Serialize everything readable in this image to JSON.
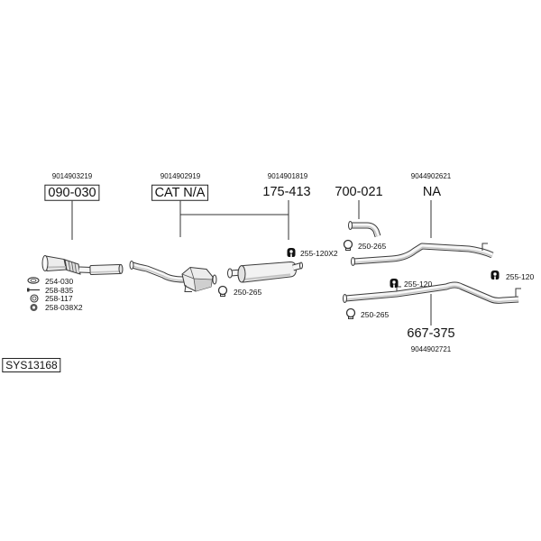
{
  "system": {
    "code": "SYS13168"
  },
  "parts": [
    {
      "oe": "9014903219",
      "number": "090-030"
    },
    {
      "oe": "9014902919",
      "number": "CAT N/A"
    },
    {
      "oe": "9014901819",
      "number": "175-413"
    },
    {
      "number": "700-021"
    },
    {
      "oe": "9044902621",
      "number": "NA"
    },
    {
      "oe": "9044902721",
      "number": "667-375"
    }
  ],
  "accessories": [
    {
      "label": "254-030",
      "icon": "gasket-icon"
    },
    {
      "label": "258-835",
      "icon": "bolt-icon"
    },
    {
      "label": "258-117",
      "icon": "spring-washer-icon"
    },
    {
      "label": "258-038X2",
      "icon": "nut-icon"
    },
    {
      "label": "250-265",
      "icon": "clamp-icon"
    },
    {
      "label": "255-120X2",
      "icon": "rubber-hanger-icon"
    },
    {
      "label": "250-265",
      "icon": "clamp-icon"
    },
    {
      "label": "255-120",
      "icon": "rubber-hanger-icon"
    },
    {
      "label": "255-120",
      "icon": "rubber-hanger-icon"
    },
    {
      "label": "250-265",
      "icon": "clamp-icon"
    }
  ]
}
